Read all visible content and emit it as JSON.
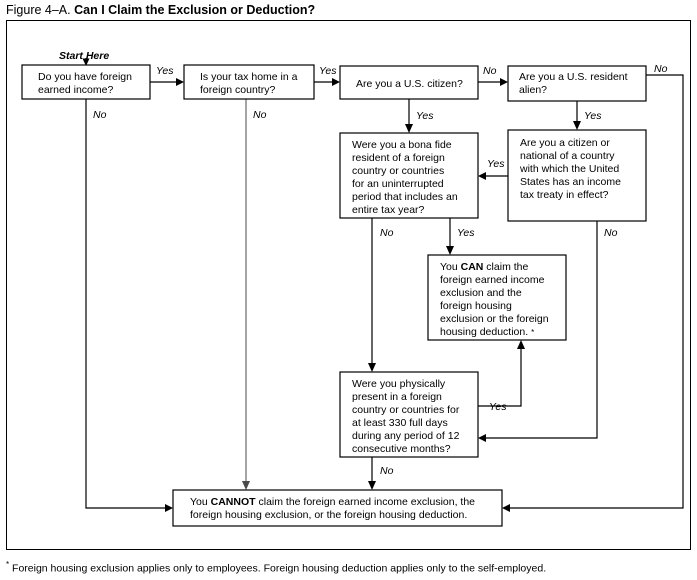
{
  "figure": {
    "label": "Figure 4–A.",
    "question": "Can I Claim the Exclusion or Deduction?",
    "start_label": "Start Here"
  },
  "nodes": {
    "foreign_income": {
      "id": "foreign-earned-income",
      "lines": [
        "Do you have foreign",
        "earned income?"
      ]
    },
    "tax_home": {
      "id": "tax-home-foreign-country",
      "lines": [
        "Is your tax home in a",
        "foreign country?"
      ]
    },
    "us_citizen": {
      "id": "us-citizen",
      "lines": [
        "Are you a U.S. citizen?"
      ]
    },
    "resident_alien": {
      "id": "us-resident-alien",
      "lines": [
        "Are you a U.S. resident",
        "alien?"
      ]
    },
    "bona_fide": {
      "id": "bona-fide-resident",
      "lines": [
        "Were you a bona fide",
        "resident of a foreign",
        "country or countries",
        "for an uninterrupted",
        "period that includes an",
        "entire tax year?"
      ]
    },
    "tax_treaty": {
      "id": "income-tax-treaty",
      "lines": [
        "Are you a citizen or",
        "national of a country",
        "with which the United",
        "States has an income",
        "tax treaty in effect?"
      ]
    },
    "can_claim": {
      "id": "can-claim",
      "lines": [
        [
          {
            "t": "You "
          },
          {
            "t": "CAN",
            "b": true
          },
          {
            "t": " claim the"
          }
        ],
        [
          {
            "t": "foreign earned income"
          }
        ],
        [
          {
            "t": "exclusion and the"
          }
        ],
        [
          {
            "t": "foreign housing"
          }
        ],
        [
          {
            "t": "exclusion or the foreign"
          }
        ],
        [
          {
            "t": "housing deduction. "
          },
          {
            "t": "*",
            "star": true
          }
        ]
      ]
    },
    "physically_present": {
      "id": "physically-present",
      "lines": [
        "Were you physically",
        "present in a foreign",
        "country or countries for",
        "at least 330 full days",
        "during any period of 12",
        "consecutive months?"
      ]
    },
    "cannot_claim": {
      "id": "cannot-claim",
      "lines": [
        [
          {
            "t": "You "
          },
          {
            "t": "CANNOT",
            "b": true
          },
          {
            "t": " claim the foreign earned income exclusion, the"
          }
        ],
        [
          {
            "t": "foreign housing exclusion, or the foreign housing deduction."
          }
        ]
      ]
    }
  },
  "edge_labels": {
    "income_yes": "Yes",
    "income_no": "No",
    "taxhome_yes": "Yes",
    "taxhome_no": "No",
    "citizen_no": "No",
    "citizen_yes": "Yes",
    "alien_no": "No",
    "alien_yes": "Yes",
    "bonafide_no": "No",
    "bonafide_yes": "Yes",
    "treaty_yes": "Yes",
    "treaty_no": "No",
    "present_yes": "Yes",
    "present_no": "No"
  },
  "footnote": {
    "star": "*",
    "text": " Foreign housing exclusion applies only to employees. Foreign housing deduction applies only to the self-employed."
  },
  "colors": {
    "background": "#ffffff",
    "line": "#000000",
    "text": "#000000",
    "frame": "#000000"
  }
}
